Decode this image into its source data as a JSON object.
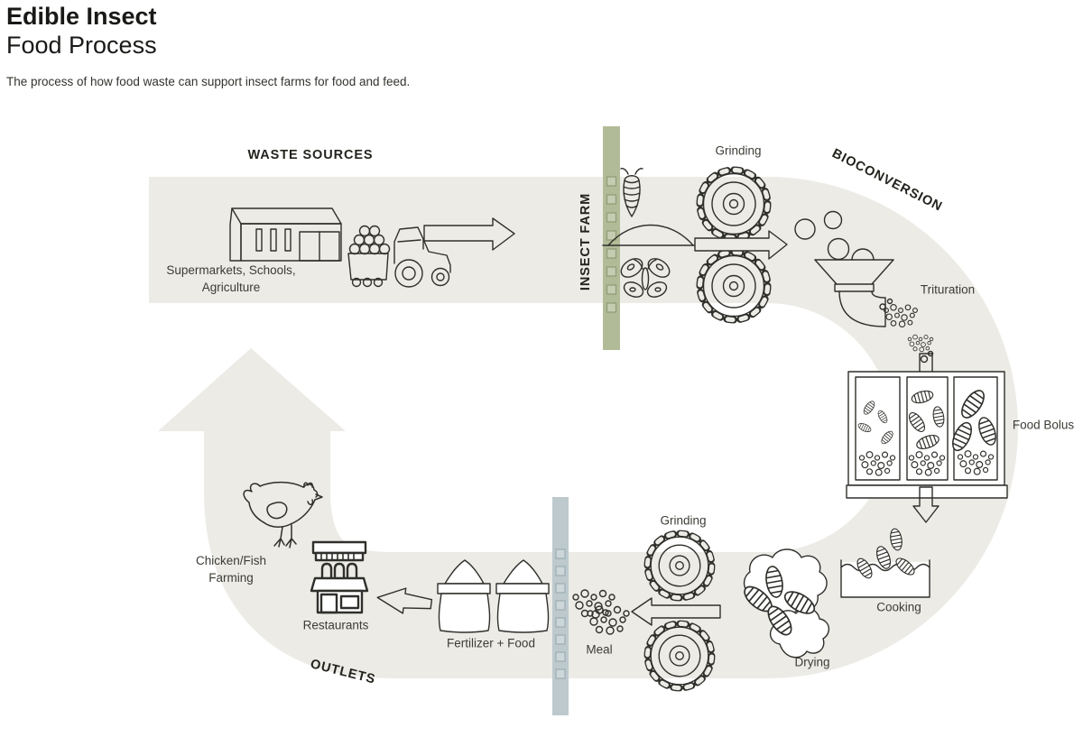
{
  "header": {
    "title_line1": "Edible Insect",
    "title_line2": "Food Process",
    "subtitle": "The process of how food waste can support insect farms for food and feed."
  },
  "diagram": {
    "colors": {
      "band": "#ECEBE6",
      "insect_farm_bar": "#B2BB98",
      "insect_farm_bar_square": "#8E9B72",
      "outlets_bar": "#BDC9CD",
      "outlets_bar_square": "#9AAEB4",
      "line": "#2F2F2B"
    },
    "stage_labels": {
      "waste_sources": "WASTE SOURCES",
      "insect_farm": "INSECT FARM",
      "bioconversion": "BIOCONVERSION",
      "outlets": "OUTLETS"
    },
    "step_labels": {
      "waste_caption": "Supermarkets, Schools, Agriculture",
      "grinding_top": "Grinding",
      "trituration": "Trituration",
      "food_bolus": "Food Bolus",
      "cooking": "Cooking",
      "drying": "Drying",
      "grinding_bottom": "Grinding",
      "meal": "Meal",
      "fertilizer_food": "Fertilizer + Food",
      "restaurants": "Restaurants",
      "chicken_fish_farming": "Chicken/Fish Farming"
    },
    "icons": [
      "warehouse-icon",
      "tractor-trailer-icon",
      "arrow-right-icon",
      "insect-farm-divider-bar",
      "pupa-icon",
      "feed-mound-icon",
      "butterfly-icon",
      "gear-icon",
      "feed-circles-icon",
      "funnel-pipe-icon",
      "particle-spray-icon",
      "arrow-down-icon",
      "food-bolus-tray-icon",
      "larva-icon",
      "cooking-pot-icon",
      "drying-clouds-icon",
      "arrow-left-icon",
      "meal-dots-icon",
      "fertilizer-sacks-icon",
      "curved-arrow-left-icon",
      "restaurant-storefront-icon",
      "chicken-icon",
      "outlets-divider-bar",
      "loop-band-arrow"
    ]
  }
}
